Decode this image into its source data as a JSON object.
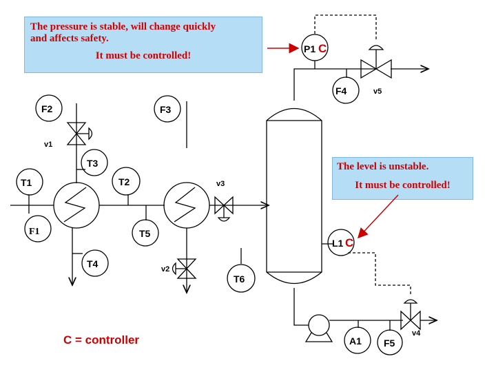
{
  "callouts": {
    "pressure_line1": "The pressure is stable, will change quickly",
    "pressure_line2": "and affects safety.",
    "pressure_line3": "It must be controlled!",
    "level_line1": "The level is unstable.",
    "level_line2": "It must be controlled!"
  },
  "instruments": {
    "p1": "P1",
    "p1_c": "C",
    "f4": "F4",
    "v5": "v5",
    "f2": "F2",
    "f3": "F3",
    "v1": "v1",
    "t3": "T3",
    "t1": "T1",
    "t2": "T2",
    "v3": "v3",
    "f1": "F1",
    "t5": "T5",
    "t4": "T4",
    "v2": "v2",
    "t6": "T6",
    "l1": "L1",
    "l1_c": "C",
    "a1": "A1",
    "f5": "F5",
    "v4": "v4"
  },
  "legend": {
    "text": "C = controller"
  },
  "colors": {
    "accent_red": "#cc0000",
    "callout_bg": "#b6ddf6",
    "line": "#000000"
  }
}
